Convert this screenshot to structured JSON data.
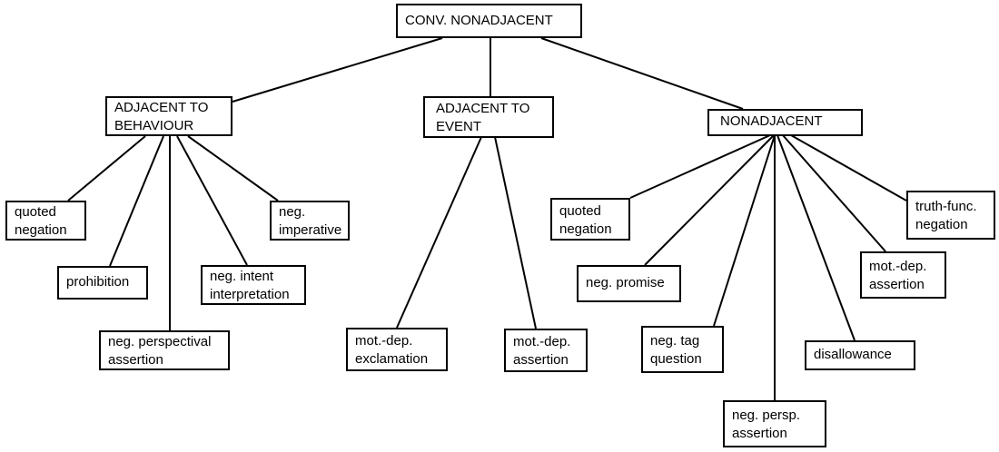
{
  "nodes": {
    "root": "CONV. NONADJACENT",
    "adjacent_behaviour": "ADJACENT TO\nBEHAVIOUR",
    "adjacent_event": "ADJACENT TO\nEVENT",
    "nonadjacent": "NONADJACENT",
    "ab_quoted_negation": "quoted\nnegation",
    "ab_prohibition": "prohibition",
    "ab_neg_perspectival_assertion": "neg. perspectival\nassertion",
    "ab_neg_intent_interpretation": "neg. intent\ninterpretation",
    "ab_neg_imperative": "neg.\nimperative",
    "ae_mot_dep_exclamation": "mot.-dep.\nexclamation",
    "ae_mot_dep_assertion": "mot.-dep.\nassertion",
    "na_quoted_negation": "quoted\nnegation",
    "na_neg_promise": "neg. promise",
    "na_neg_tag_question": "neg. tag\nquestion",
    "na_neg_persp_assertion": "neg. persp.\nassertion",
    "na_disallowance": "disallowance",
    "na_mot_dep_assertion": "mot.-dep.\nassertion",
    "na_truth_func_negation": "truth-func.\nnegation"
  }
}
